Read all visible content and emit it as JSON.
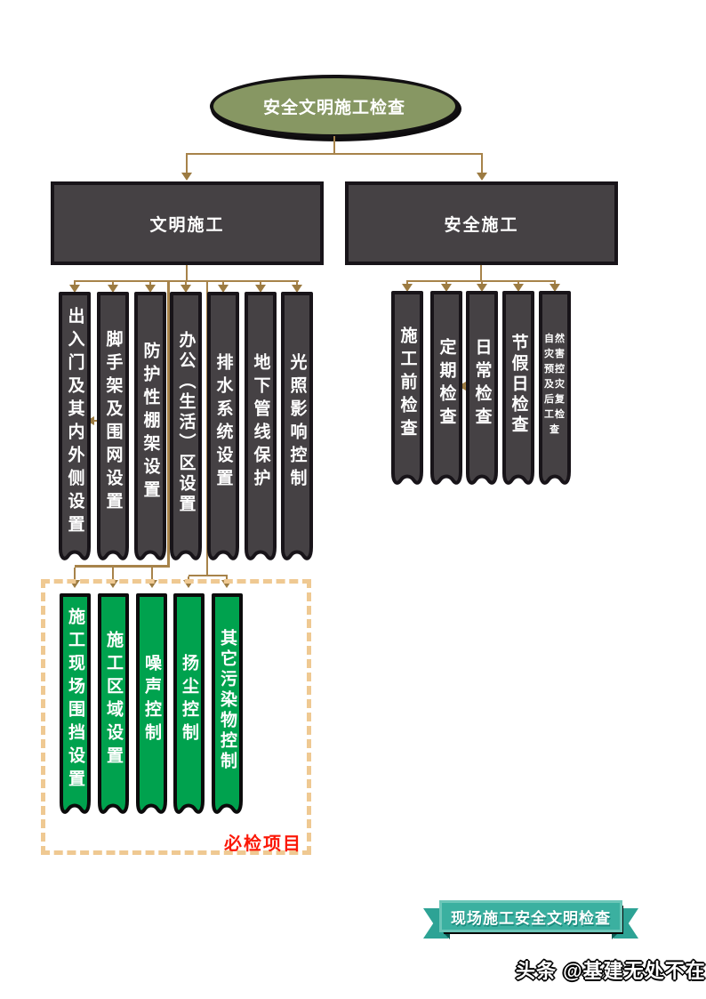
{
  "root": {
    "label": "安全文明施工检查"
  },
  "groups": {
    "civilized": {
      "label": "文明施工",
      "items": [
        "出入门及其内外侧设置",
        "脚手架及围网设置",
        "防护性棚架设置",
        "办公（生活）区设置",
        "排水系统设置",
        "地下管线保护",
        "光照影响控制"
      ]
    },
    "safety": {
      "label": "安全施工",
      "items": [
        "施工前检查",
        "定期检查",
        "日常检查",
        "节假日检查",
        "自然灾害预控及灾后复工检查"
      ]
    }
  },
  "mandatory": {
    "tag": "必检项目",
    "items": [
      "施工现场围挡设置",
      "施工区域设置",
      "噪声控制",
      "扬尘控制",
      "其它污染物控制"
    ]
  },
  "ribbon": {
    "label": "现场施工安全文明检查"
  },
  "watermark": {
    "label": "头条 @基建无处不在"
  },
  "colors": {
    "ellipse_fill": "#879763",
    "dark_bar_fill": "#454144",
    "green_bar_fill": "#00a24e",
    "connector": "#a7834a",
    "dashed_border": "#efc992",
    "mandatory_tag_red": "#fb1807",
    "ribbon_teal": "#3bb0a0"
  }
}
